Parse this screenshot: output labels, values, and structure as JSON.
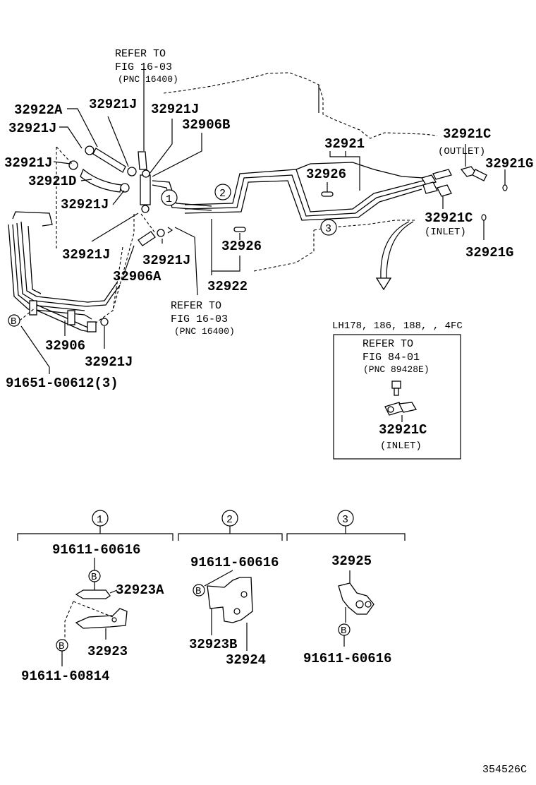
{
  "refs": {
    "top": [
      "REFER TO",
      "FIG 16-03",
      "(PNC 16400)"
    ],
    "mid": [
      "REFER TO",
      "FIG 16-03",
      "(PNC 16400)"
    ],
    "box": [
      "REFER TO",
      "FIG 84-01",
      "(PNC 89428E)"
    ]
  },
  "labels": {
    "p32922A": "32922A",
    "p32921J_a": "32921J",
    "p32921J_b": "32921J",
    "p32921J_c": "32921J",
    "p32921J_d": "32921J",
    "p32921J_e": "32921J",
    "p32921J_f": "32921J",
    "p32921J_g": "32921J",
    "p32921J_h": "32921J",
    "p32906B": "32906B",
    "p32921D": "32921D",
    "p32906A": "32906A",
    "p32906": "32906",
    "p91651": "91651-G0612(3)",
    "p32921": "32921",
    "p32926_a": "32926",
    "p32926_b": "32926",
    "p32922": "32922",
    "p32921C_out": "32921C",
    "outlet": "(OUTLET)",
    "p32921G_a": "32921G",
    "p32921C_in": "32921C",
    "inlet": "(INLET)",
    "p32921G_b": "32921G",
    "variant": "LH178, 186, 188, , 4FC",
    "box_p32921C": "32921C",
    "box_inlet": "(INLET)",
    "c1": "1",
    "c2": "2",
    "c3": "3",
    "s1_top": "91611-60616",
    "s1_32923A": "32923A",
    "s1_32923": "32923",
    "s1_bottom": "91611-60814",
    "s2_top": "91611-60616",
    "s2_32923B": "32923B",
    "s2_32924": "32924",
    "s3_32925": "32925",
    "s3_bottom": "91611-60616",
    "b": "B",
    "fig_id": "354526C"
  }
}
